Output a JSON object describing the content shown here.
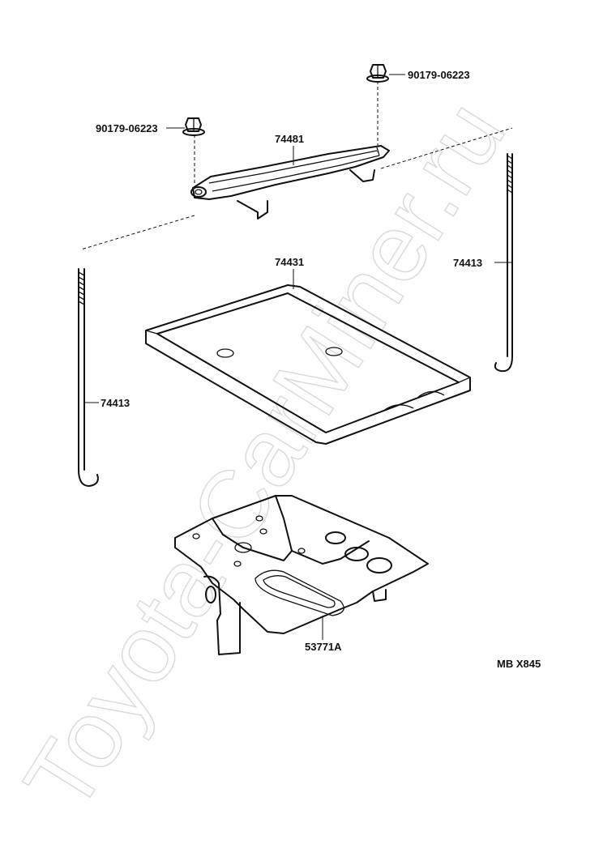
{
  "watermark": "Toyota-CarMiner.ru",
  "parts": {
    "nut_left": "90179-06223",
    "nut_right": "90179-06223",
    "clamp": "74481",
    "tray": "74431",
    "rod_right": "74413",
    "rod_left": "74413",
    "carrier": "53771A"
  },
  "diagram_code": "MB X845"
}
